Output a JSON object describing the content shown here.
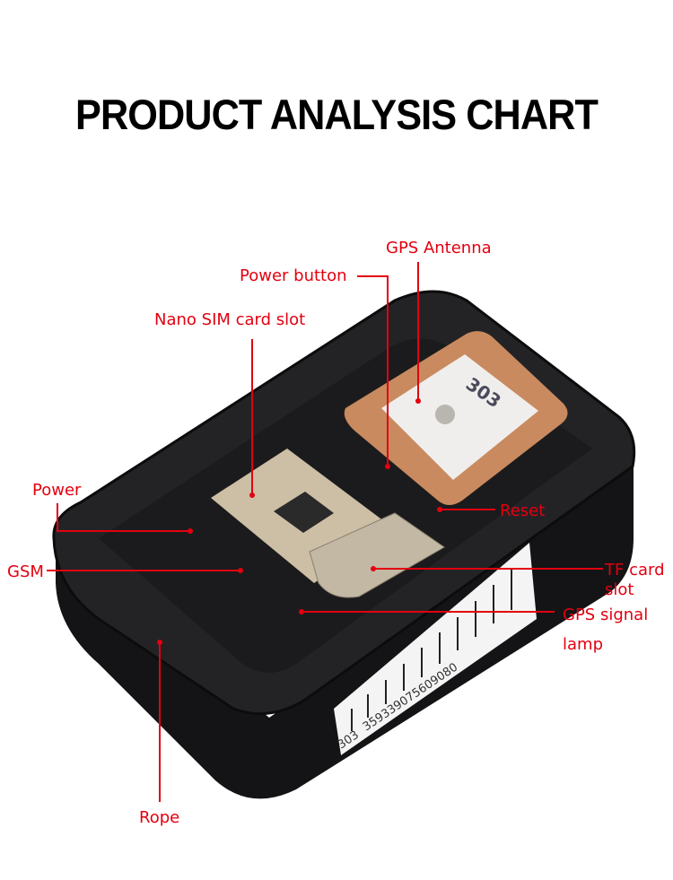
{
  "title": "PRODUCT ANALYSIS CHART",
  "device": {
    "antenna_marking": "303",
    "barcode_prefix": "303",
    "barcode_number": "359339075609080"
  },
  "labels": {
    "gps_antenna": "GPS Antenna",
    "power_button": "Power button",
    "nano_sim": "Nano SIM card slot",
    "power": "Power",
    "gsm": "GSM",
    "reset": "Reset",
    "tf_card_line1": "TF card",
    "tf_card_line2": "slot",
    "gps_signal_line1": "GPS signal",
    "gps_signal_line2": "lamp",
    "rope": "Rope"
  },
  "colors": {
    "label": "#e3000f",
    "device": "#1c1c1e",
    "antenna": "#c98a5f"
  }
}
